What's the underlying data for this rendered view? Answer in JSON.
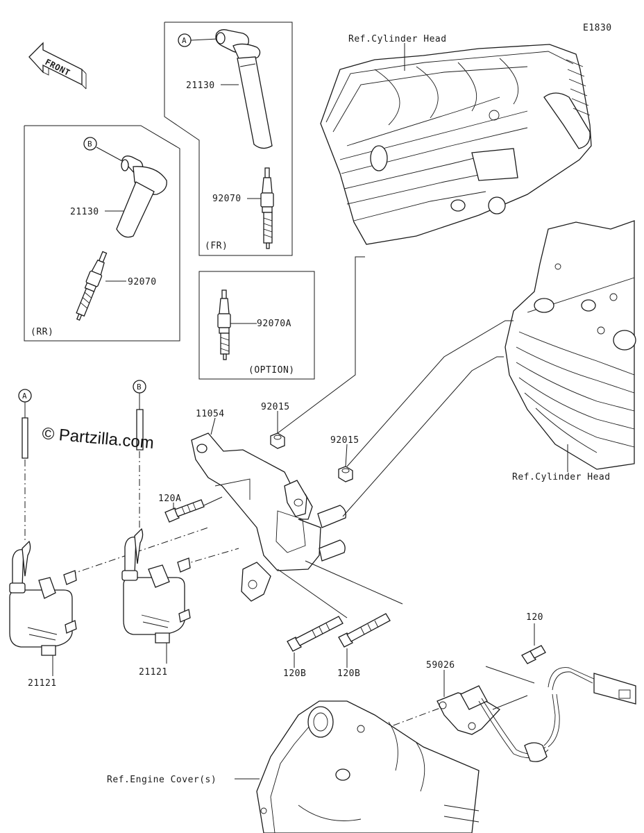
{
  "diagram_code": "E1830",
  "front_label": "FRONT",
  "watermark": "© Partzilla.com",
  "refs": {
    "cylinder_head_top": "Ref.Cylinder Head",
    "cylinder_head_right": "Ref.Cylinder Head",
    "engine_cover": "Ref.Engine Cover(s)"
  },
  "groups": {
    "fr": "(FR)",
    "rr": "(RR)",
    "option": "(OPTION)"
  },
  "callouts": {
    "a_top": "A",
    "b_top": "B",
    "a_lower": "A",
    "b_lower": "B"
  },
  "parts": {
    "cap_fr": "21130",
    "plug_fr": "92070",
    "cap_rr": "21130",
    "plug_rr": "92070",
    "plug_option": "92070A",
    "bracket": "11054",
    "nut_1": "92015",
    "nut_2": "92015",
    "bolt_120a": "120A",
    "bolt_120b_1": "120B",
    "bolt_120b_2": "120B",
    "bolt_120": "120",
    "sensor": "59026",
    "coil_1": "21121",
    "coil_2": "21121"
  }
}
